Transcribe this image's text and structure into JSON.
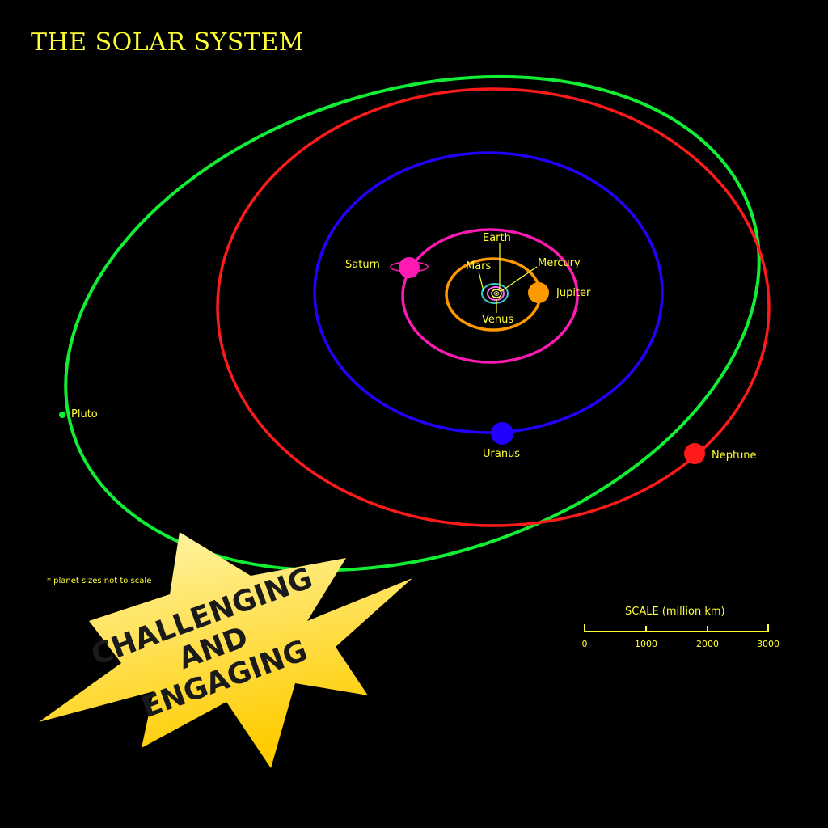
{
  "title": "THE SOLAR SYSTEM",
  "planets": {
    "mercury": "Mercury",
    "venus": "Venus",
    "earth": "Earth",
    "mars": "Mars",
    "jupiter": "Jupiter",
    "saturn": "Saturn",
    "uranus": "Uranus",
    "neptune": "Neptune",
    "pluto": "Pluto"
  },
  "note": "* planet sizes not to scale",
  "scale": {
    "title": "SCALE (million km)",
    "ticks": [
      "0",
      "1000",
      "2000",
      "3000"
    ]
  },
  "burst": {
    "line1": "CHALLENGING",
    "line2": "AND",
    "line3": "ENGAGING"
  },
  "colors": {
    "background": "#000000",
    "text": "#ffff33",
    "mercury_orbit": "#cccccc",
    "venus_orbit": "#ffff33",
    "earth_orbit": "#ff66ff",
    "mars_orbit": "#33cccc",
    "jupiter": "#ff9900",
    "saturn": "#ff1ab3",
    "uranus": "#2200ff",
    "neptune": "#ff1a1a",
    "pluto": "#11ee33",
    "burst_top": "#fff3a0",
    "burst_bottom": "#ffcc00"
  }
}
